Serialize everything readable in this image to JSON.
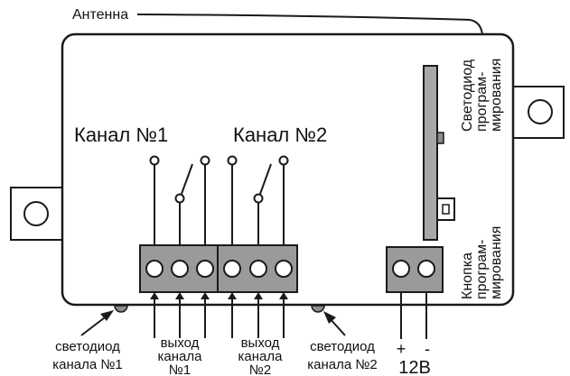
{
  "labels": {
    "antenna": "Антенна",
    "channel1": "Канал №1",
    "channel2": "Канал №2",
    "led_prog": [
      "Светодиод",
      "програм-",
      "мирования"
    ],
    "button_prog": [
      "Кнопка",
      "програм-",
      "мирования"
    ],
    "led_ch1": [
      "светодиод",
      "канала №1"
    ],
    "led_ch2": [
      "светодиод",
      "канала №2"
    ],
    "out_ch1": [
      "выход",
      "канала",
      "№1"
    ],
    "out_ch2": [
      "выход",
      "канала",
      "№2"
    ],
    "plus": "+",
    "minus": "-",
    "voltage": "12В"
  },
  "colors": {
    "outline": "#1a1a1a",
    "terminal_fill": "#9a9a9a",
    "board_fill": "#a8a8a8",
    "led_fill": "#8c8c8c"
  }
}
